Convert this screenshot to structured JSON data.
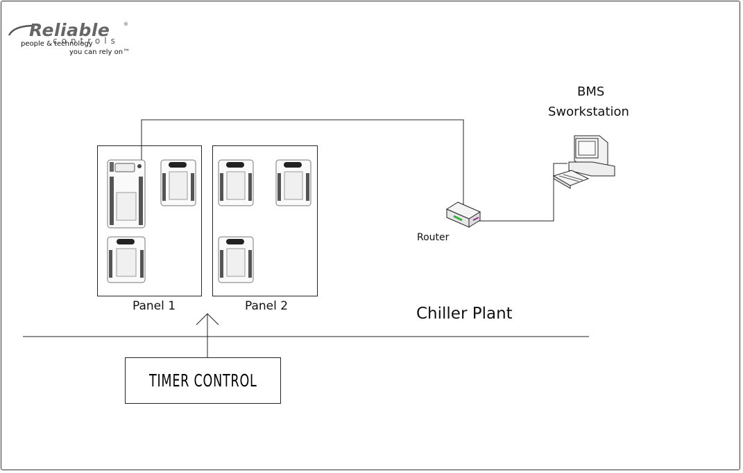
{
  "logo": {
    "brand": "Reliable",
    "sub": "controls",
    "tagline_1": "people & technology",
    "tagline_2": "you can rely on™"
  },
  "panels": [
    {
      "label": "Panel 1"
    },
    {
      "label": "Panel 2"
    }
  ],
  "router": {
    "label": "Router"
  },
  "workstation": {
    "label_line1": "BMS",
    "label_line2": "Sworkstation"
  },
  "area": {
    "label": "Chiller Plant"
  },
  "timer": {
    "label": "TIMER CONTROL"
  },
  "colors": {
    "line": "#222222",
    "router_accent": "#3cb043",
    "router_accent2": "#8b2a8b"
  }
}
